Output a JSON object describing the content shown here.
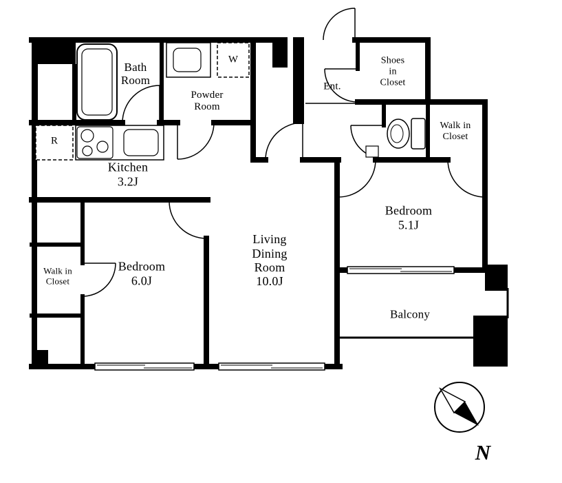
{
  "floor_plan": {
    "rooms": {
      "bath": {
        "name": "Bath\nRoom"
      },
      "powder": {
        "name": "Powder\nRoom"
      },
      "kitchen": {
        "name": "Kitchen",
        "size": "3.2J"
      },
      "entrance": {
        "name": "Ent."
      },
      "shoes_in_closet": {
        "name": "Shoes\nin\nCloset"
      },
      "walk_in_closet_right": {
        "name": "Walk in\nCloset"
      },
      "bedroom_right": {
        "name": "Bedroom",
        "size": "5.1J"
      },
      "living_dining": {
        "name": "Living\nDining\nRoom",
        "size": "10.0J"
      },
      "bedroom_left": {
        "name": "Bedroom",
        "size": "6.0J"
      },
      "walk_in_closet_left": {
        "name": "Walk in\nCloset"
      },
      "balcony": {
        "name": "Balcony"
      }
    },
    "appliance_marks": {
      "washer": "W",
      "refrigerator": "R"
    },
    "compass": {
      "north_label": "N"
    },
    "colors": {
      "wall": "#000000",
      "paper": "#ffffff"
    }
  }
}
